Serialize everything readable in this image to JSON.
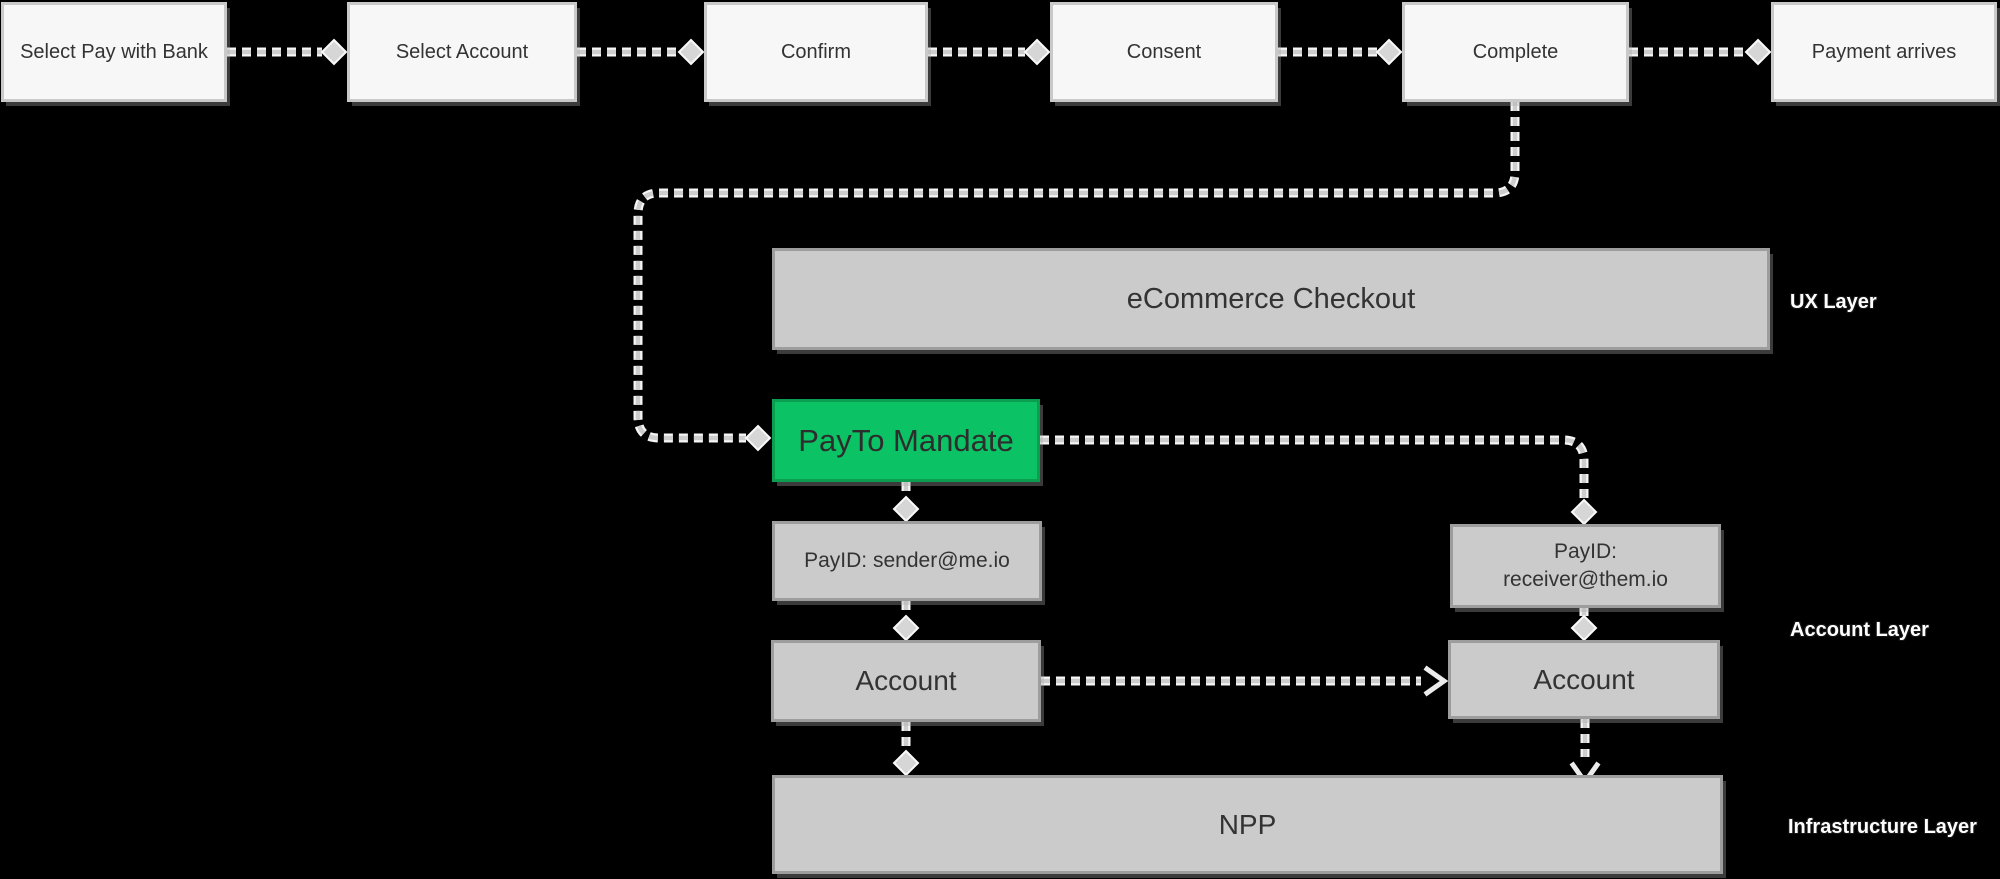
{
  "diagram": {
    "flow_steps": [
      "Select Pay with Bank",
      "Select Account",
      "Confirm",
      "Consent",
      "Complete",
      "Payment arrives"
    ],
    "nodes": {
      "ecommerce": "eCommerce Checkout",
      "payto": "PayTo Mandate",
      "payid_sender": "PayID: sender@me.io",
      "payid_receiver": {
        "line1": "PayID:",
        "line2": "receiver@them.io"
      },
      "account_sender": "Account",
      "account_receiver": "Account",
      "npp": "NPP"
    },
    "layers": {
      "ux": "UX Layer",
      "account": "Account Layer",
      "infrastructure": "Infrastructure Layer"
    },
    "colors": {
      "background": "#000000",
      "step_fill": "#f7f7f7",
      "step_border": "#c9c9c9",
      "node_fill": "#cbcbcb",
      "node_border": "#9d9d9d",
      "highlight_fill": "#0bc364",
      "highlight_border": "#0b9e50",
      "text": "#333333",
      "connector": "#cdcdcd",
      "label_text": "#ffffff"
    }
  }
}
